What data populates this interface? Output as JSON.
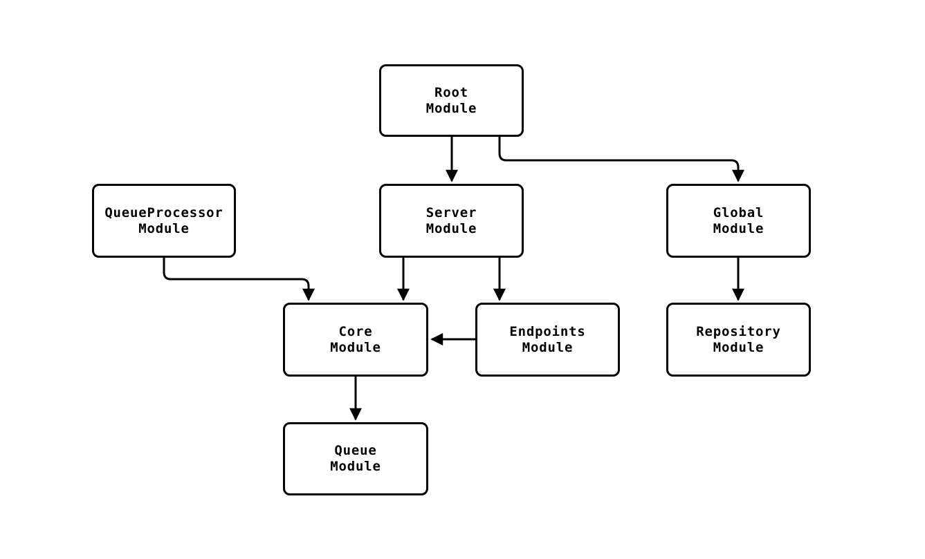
{
  "diagram": {
    "type": "module-dependency-flowchart",
    "background_color": "#ffffff",
    "node_fill": "#ffffff",
    "node_border_color": "#000000",
    "edge_color": "#000000",
    "text_color": "#000000",
    "nodes": {
      "root": {
        "line1": "Root",
        "line2": "Module"
      },
      "queue_processor": {
        "line1": "QueueProcessor",
        "line2": "Module"
      },
      "server": {
        "line1": "Server",
        "line2": "Module"
      },
      "global": {
        "line1": "Global",
        "line2": "Module"
      },
      "core": {
        "line1": "Core",
        "line2": "Module"
      },
      "endpoints": {
        "line1": "Endpoints",
        "line2": "Module"
      },
      "repository": {
        "line1": "Repository",
        "line2": "Module"
      },
      "queue": {
        "line1": "Queue",
        "line2": "Module"
      }
    },
    "edges": [
      {
        "from": "Root Module",
        "to": "Server Module"
      },
      {
        "from": "Root Module",
        "to": "Global Module"
      },
      {
        "from": "QueueProcessor Module",
        "to": "Core Module"
      },
      {
        "from": "Server Module",
        "to": "Core Module"
      },
      {
        "from": "Server Module",
        "to": "Endpoints Module"
      },
      {
        "from": "Endpoints Module",
        "to": "Core Module"
      },
      {
        "from": "Core Module",
        "to": "Queue Module"
      },
      {
        "from": "Global Module",
        "to": "Repository Module"
      }
    ]
  }
}
